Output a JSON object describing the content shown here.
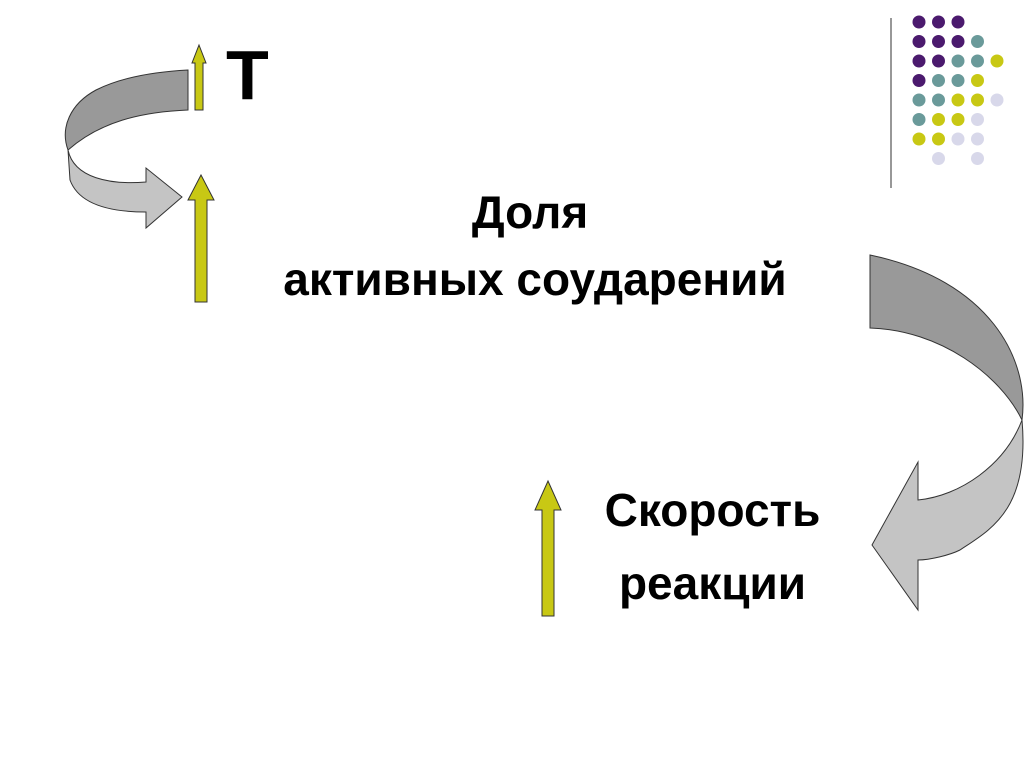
{
  "temperature_label": "T",
  "fraction_line1": "Доля",
  "fraction_line2": "активных соударений",
  "rate_line1": "Скорость",
  "rate_line2": "реакции",
  "colors": {
    "up_arrow_fill": "#c8c814",
    "curved_arrow_dark": "#999999",
    "curved_arrow_light": "#c4c4c4",
    "dot_purple": "#4b1a6e",
    "dot_teal": "#6a9a9a",
    "dot_yellow": "#c8c814",
    "dot_lavender": "#d8d8ea",
    "divider": "#777777"
  },
  "decor_dot_grid": [
    [
      "purple",
      "purple",
      "purple",
      "",
      ""
    ],
    [
      "purple",
      "purple",
      "purple",
      "teal",
      ""
    ],
    [
      "purple",
      "purple",
      "teal",
      "teal",
      "yellow"
    ],
    [
      "purple",
      "teal",
      "teal",
      "yellow",
      ""
    ],
    [
      "teal",
      "teal",
      "yellow",
      "yellow",
      "lavender"
    ],
    [
      "teal",
      "yellow",
      "yellow",
      "lavender",
      ""
    ],
    [
      "yellow",
      "yellow",
      "lavender",
      "lavender",
      ""
    ],
    [
      "",
      "lavender",
      "",
      "lavender",
      ""
    ]
  ]
}
